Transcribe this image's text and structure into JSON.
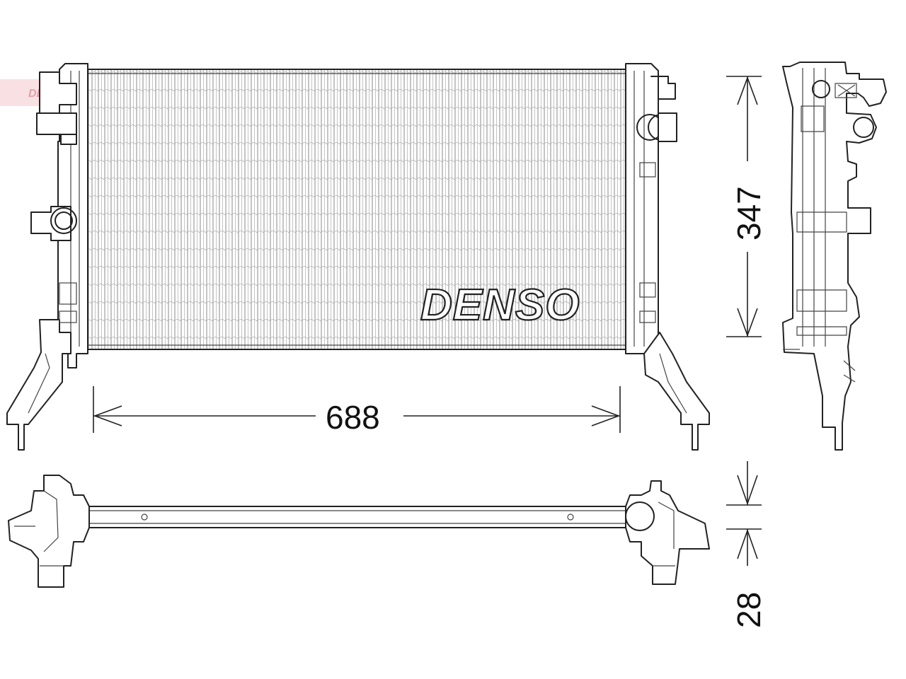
{
  "brand": {
    "core_logo_text": "DENSO",
    "corner_watermark_text": "DENSO",
    "watermark_color": "#e5a0a8"
  },
  "dimensions": {
    "width_label": "688",
    "height_label": "347",
    "depth_label": "28"
  },
  "colors": {
    "line": "#222222",
    "background": "#ffffff"
  }
}
